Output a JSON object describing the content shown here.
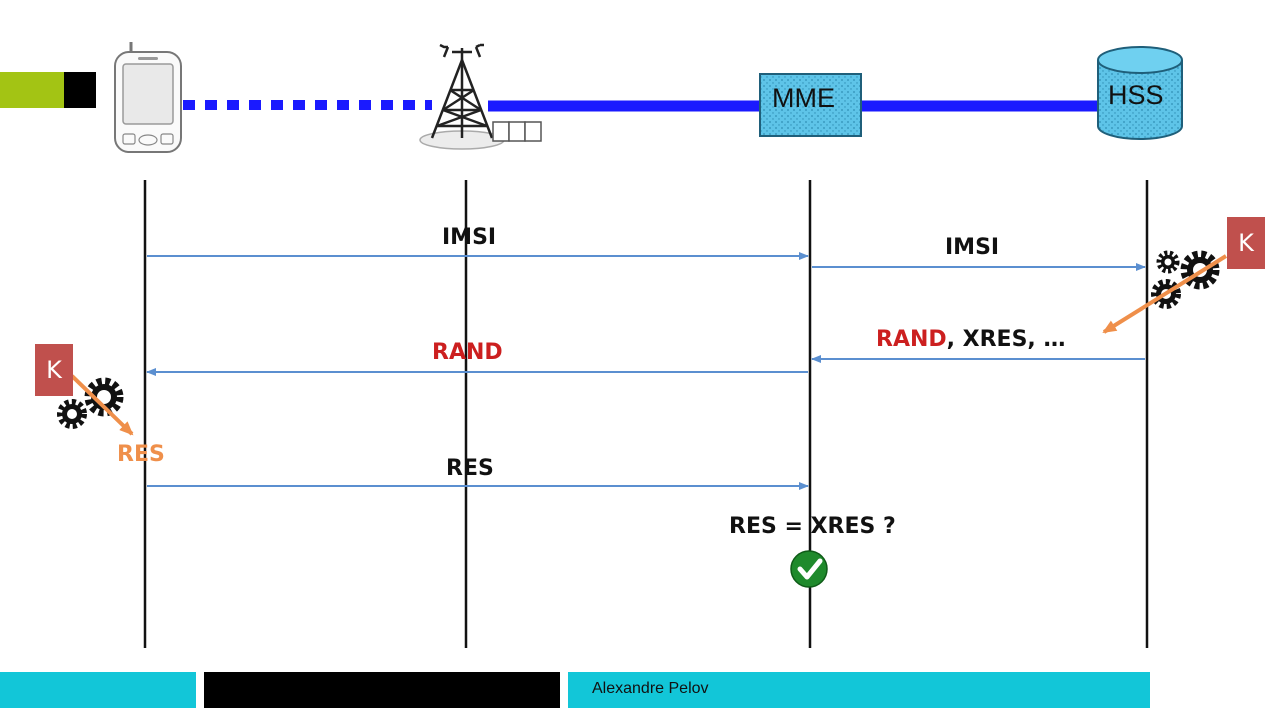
{
  "nodes": {
    "mme_label": "MME",
    "hss_label": "HSS"
  },
  "messages": {
    "ue_to_mme_imsi": "IMSI",
    "mme_to_hss_imsi": "IMSI",
    "hss_reply_rand": "RAND",
    "hss_reply_rest": ", XRES, …",
    "mme_to_ue_rand": "RAND",
    "ue_res_computed": "RES",
    "ue_to_mme_res": "RES",
    "check": "RES = XRES ?"
  },
  "keys": {
    "ue_key": "K",
    "hss_key": "K"
  },
  "footer": {
    "author": "Alexandre Pelov"
  },
  "colors": {
    "accent_green": "#a3c414",
    "cyan": "#12c6d8",
    "arrow_blue": "#5b8fd0",
    "link_blue": "#1a1aff",
    "node_fill": "#5ec4e8",
    "red": "#cc1f1f",
    "orange": "#ef8f4a",
    "key_box": "#c0504d",
    "check_green": "#1f8a2c"
  },
  "icons": [
    "phone-icon",
    "tower-icon",
    "gears-icon",
    "checkmark-icon"
  ]
}
